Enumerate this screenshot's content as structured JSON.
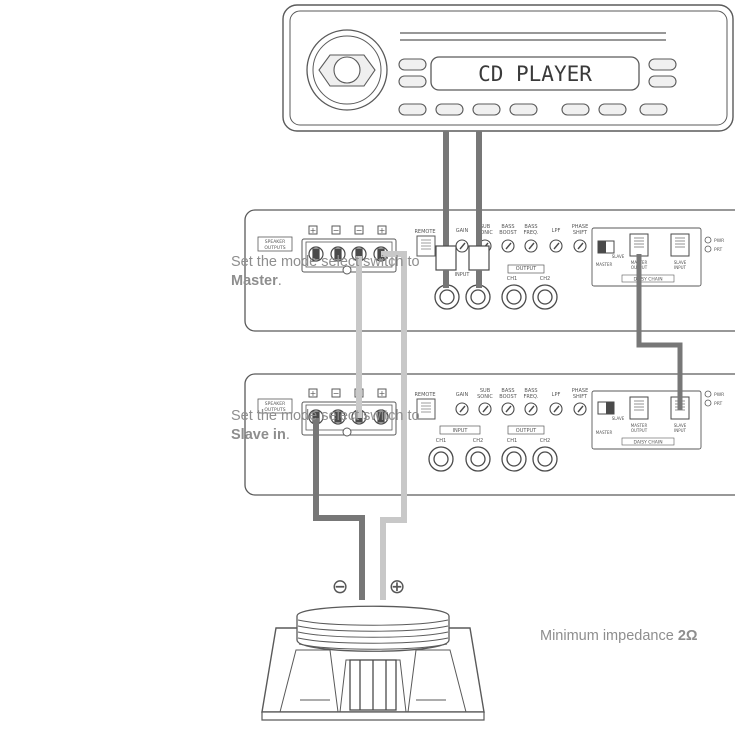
{
  "cd_player": {
    "display": "CD PLAYER"
  },
  "notes": {
    "master": {
      "prefix": "Set the mode select switch to ",
      "bold": "Master",
      "suffix": "."
    },
    "slave": {
      "prefix": "Set the mode select switch to ",
      "bold": "Slave in",
      "suffix": "."
    },
    "impedance": {
      "prefix": "Minimum impedance ",
      "bold": "2Ω"
    }
  },
  "amplifier": {
    "speaker_outputs": [
      "SPEAKER",
      "OUTPUTS"
    ],
    "terminal_polarities": [
      "+",
      "−",
      "−",
      "+"
    ],
    "remote": "REMOTE",
    "knobs_master": [
      "GAIN",
      "SUB",
      "BASS",
      "BASS",
      "LPF",
      "PHASE"
    ],
    "knobs_master_line2": [
      "",
      "SONIC",
      "BOOST",
      "FREQ.",
      "",
      "SHIFT"
    ],
    "knobs_slave": [
      "GAIN",
      "SUB",
      "BASS",
      "BASS",
      "LPF",
      "PHASE"
    ],
    "knobs_slave_line2": [
      "",
      "SONIC",
      "BOOST",
      "FREQ.",
      "",
      "SHIFT"
    ],
    "input_label": "INPUT",
    "output_label": "OUTPUT",
    "ch1": "CH1",
    "ch2": "CH2",
    "master_label": "MASTER",
    "slave_label": "SLAVE",
    "master_output": [
      "MASTER",
      "OUTPUT"
    ],
    "slave_input": [
      "SLAVE",
      "INPUT"
    ],
    "daisy_chain": "DAISY CHAIN",
    "pwr": "PWR",
    "prt": "PRT"
  },
  "speaker": {
    "negative": "⊖",
    "positive": "⊕"
  },
  "colors": {
    "wire_dark": "#777777",
    "wire_light": "#c8c8c8",
    "outline": "#5a5a5a",
    "note_text": "#8e8e8e"
  }
}
